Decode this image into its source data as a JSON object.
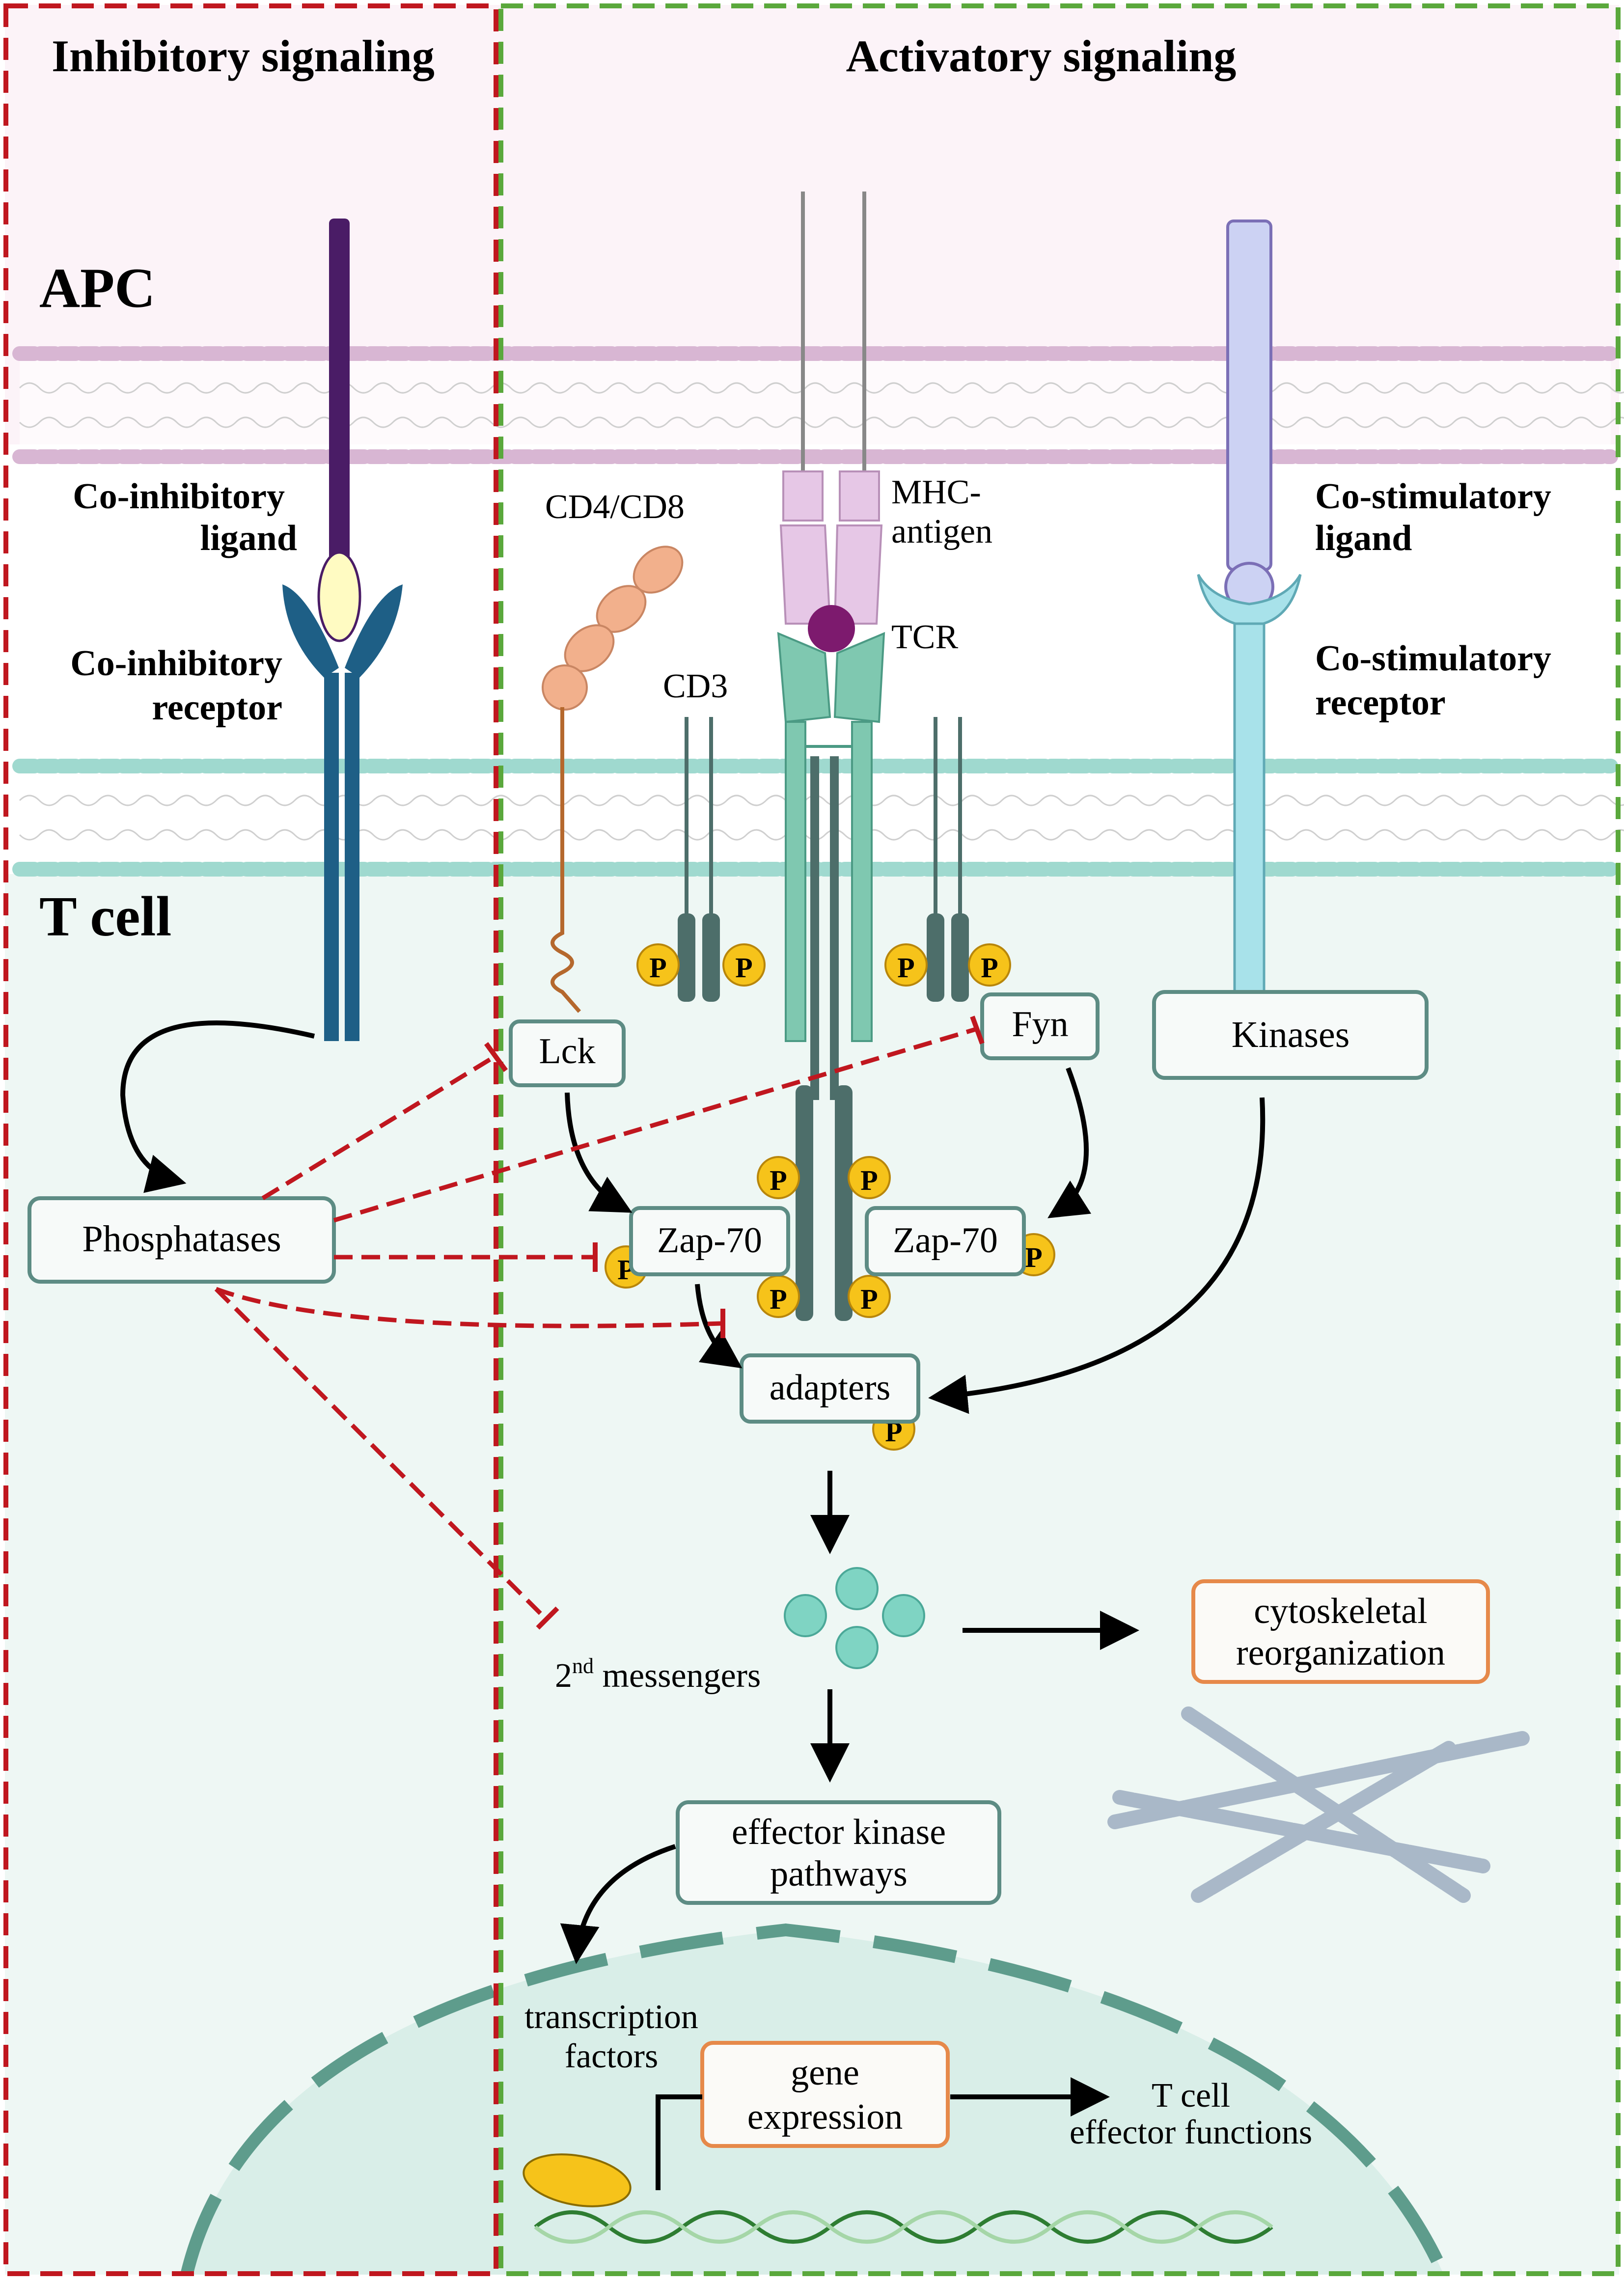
{
  "panels": {
    "inhibitory_title": "Inhibitory signaling",
    "activatory_title": "Activatory signaling"
  },
  "regions": {
    "apc": "APC",
    "t_cell": "T cell"
  },
  "labels": {
    "co_inhibitory_ligand_1": "Co-inhibitory",
    "co_inhibitory_ligand_2": "ligand",
    "co_inhibitory_receptor_1": "Co-inhibitory",
    "co_inhibitory_receptor_2": "receptor",
    "co_stimulatory_ligand_1": "Co-stimulatory",
    "co_stimulatory_ligand_2": "ligand",
    "co_stimulatory_receptor_1": "Co-stimulatory",
    "co_stimulatory_receptor_2": "receptor",
    "cd4_cd8": "CD4/CD8",
    "mhc_1": "MHC-",
    "mhc_2": "antigen",
    "tcr": "TCR",
    "cd3": "CD3",
    "phospho": "P"
  },
  "boxes": {
    "phosphatases": "Phosphatases",
    "lck": "Lck",
    "fyn": "Fyn",
    "kinases": "Kinases",
    "zap70_left": "Zap-70",
    "zap70_right": "Zap-70",
    "adapters": "adapters",
    "cyto_1": "cytoskeletal",
    "cyto_2": "reorganization",
    "effector_1": "effector kinase",
    "effector_2": "pathways",
    "gene_1": "gene",
    "gene_2": "expression"
  },
  "free_text": {
    "second_messengers_sup": "nd",
    "second_messengers_num": "2",
    "second_messengers_word": " messengers",
    "transcription_1": "transcription",
    "transcription_2": "factors",
    "tcell_fx_1": "T cell",
    "tcell_fx_2": "effector functions"
  },
  "colors": {
    "inhibitory_border": "#c0171f",
    "activatory_border": "#5aa83c",
    "apc_bg": "#fcf3f8",
    "tcell_bg": "#eef7f4",
    "phospho_fill": "#f6c31a",
    "receptor_blue": "#1e5f86",
    "ligand_purple": "#4a1c66",
    "tcr_green": "#7fc8b0",
    "cd3_dark": "#4d6e6a",
    "box_stroke": "#5d8c84",
    "orange_box": "#e6894a"
  }
}
